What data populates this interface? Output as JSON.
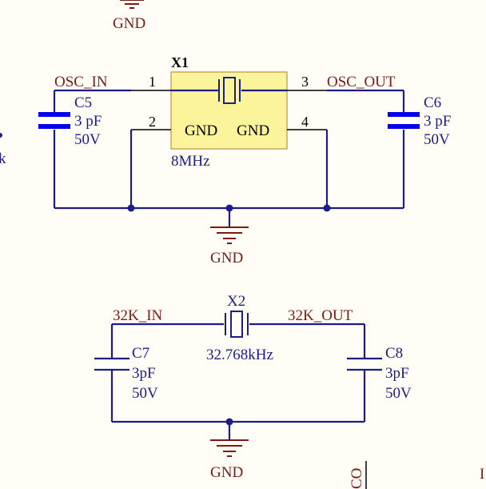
{
  "colors": {
    "background": "#fffdf5",
    "wire": "#1d1d8a",
    "net_label": "#7a1b16",
    "ic_fill": "#fbf49a",
    "ic_border": "#c8a85a",
    "capacitor_plate": "#0000ee"
  },
  "top_ground": {
    "label": "GND"
  },
  "x1": {
    "designator": "X1",
    "value": "8MHz",
    "pin1": "1",
    "pin2": "2",
    "pin3": "3",
    "pin4": "4",
    "inner_gnd_left": "GND",
    "inner_gnd_right": "GND"
  },
  "nets": {
    "osc_in": "OSC_IN",
    "osc_out": "OSC_OUT",
    "k32_in": "32K_IN",
    "k32_out": "32K_OUT"
  },
  "c5": {
    "designator": "C5",
    "value": "3 pF",
    "voltage": "50V"
  },
  "c6": {
    "designator": "C6",
    "value": "3 pF",
    "voltage": "50V"
  },
  "gnd1": {
    "label": "GND"
  },
  "x2": {
    "designator": "X2",
    "value": "32.768kHz"
  },
  "c7": {
    "designator": "C7",
    "value": "3pF",
    "voltage": "50V"
  },
  "c8": {
    "designator": "C8",
    "value": "3pF",
    "voltage": "50V"
  },
  "gnd2": {
    "label": "GND"
  },
  "edge_fragments": {
    "left_k": "k",
    "bottom_co": "CO",
    "bottom_right": "I"
  }
}
